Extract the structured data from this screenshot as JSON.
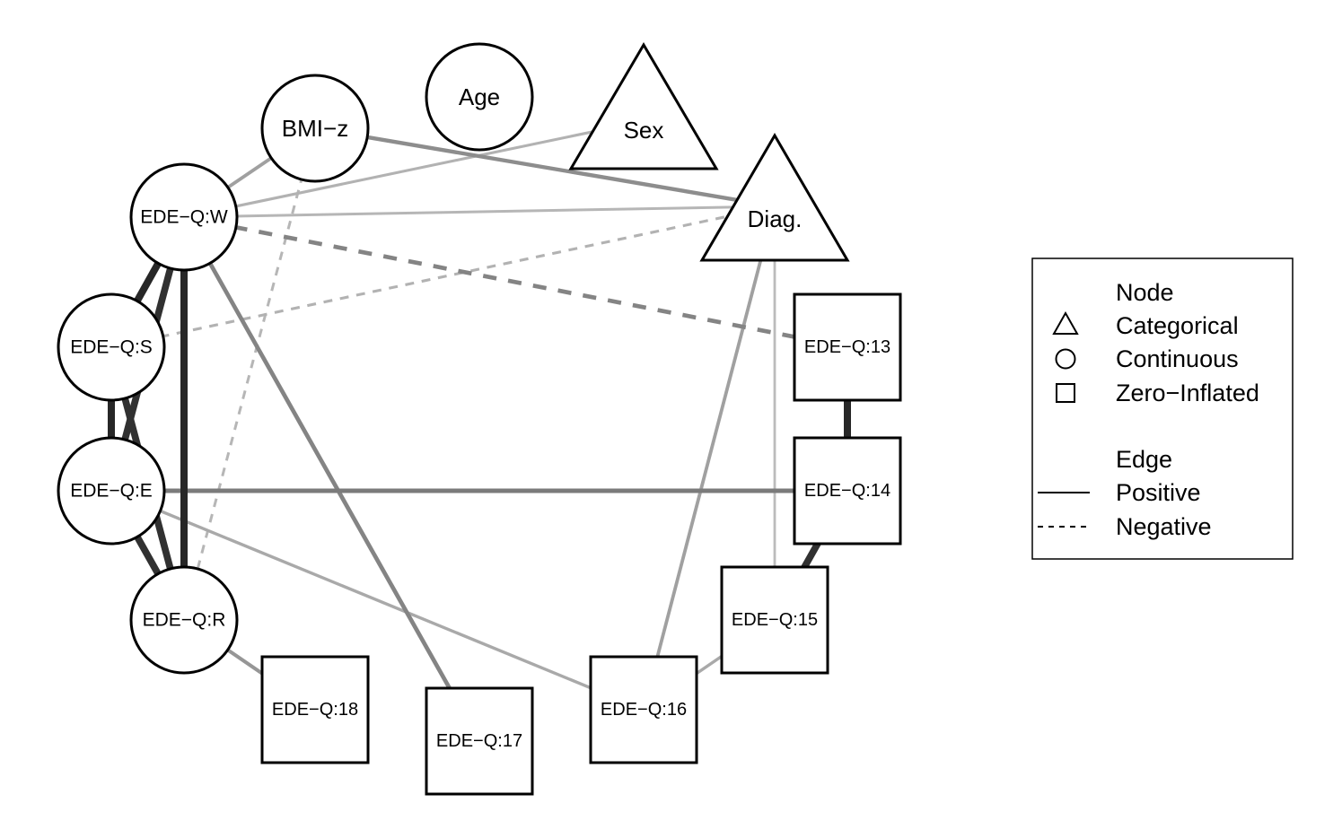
{
  "nodes": [
    {
      "id": "bmiz",
      "label": "BMI−z",
      "shape": "circle"
    },
    {
      "id": "age",
      "label": "Age",
      "shape": "circle"
    },
    {
      "id": "sex",
      "label": "Sex",
      "shape": "triangle"
    },
    {
      "id": "diag",
      "label": "Diag.",
      "shape": "triangle"
    },
    {
      "id": "edeq_w",
      "label": "EDE−Q:W",
      "shape": "circle"
    },
    {
      "id": "edeq_s",
      "label": "EDE−Q:S",
      "shape": "circle"
    },
    {
      "id": "edeq_e",
      "label": "EDE−Q:E",
      "shape": "circle"
    },
    {
      "id": "edeq_r",
      "label": "EDE−Q:R",
      "shape": "circle"
    },
    {
      "id": "edeq_13",
      "label": "EDE−Q:13",
      "shape": "square"
    },
    {
      "id": "edeq_14",
      "label": "EDE−Q:14",
      "shape": "square"
    },
    {
      "id": "edeq_15",
      "label": "EDE−Q:15",
      "shape": "square"
    },
    {
      "id": "edeq_16",
      "label": "EDE−Q:16",
      "shape": "square"
    },
    {
      "id": "edeq_17",
      "label": "EDE−Q:17",
      "shape": "square"
    },
    {
      "id": "edeq_18",
      "label": "EDE−Q:18",
      "shape": "square"
    }
  ],
  "edges": [
    {
      "from": "edeq_w",
      "to": "edeq_s",
      "sign": "positive",
      "strength": 0.95
    },
    {
      "from": "edeq_w",
      "to": "edeq_e",
      "sign": "positive",
      "strength": 0.9
    },
    {
      "from": "edeq_w",
      "to": "edeq_r",
      "sign": "positive",
      "strength": 0.95
    },
    {
      "from": "edeq_s",
      "to": "edeq_e",
      "sign": "positive",
      "strength": 0.95
    },
    {
      "from": "edeq_s",
      "to": "edeq_r",
      "sign": "positive",
      "strength": 0.9
    },
    {
      "from": "edeq_e",
      "to": "edeq_r",
      "sign": "positive",
      "strength": 0.9
    },
    {
      "from": "edeq_13",
      "to": "edeq_14",
      "sign": "positive",
      "strength": 0.95
    },
    {
      "from": "edeq_14",
      "to": "edeq_15",
      "sign": "positive",
      "strength": 0.9
    },
    {
      "from": "edeq_e",
      "to": "edeq_14",
      "sign": "positive",
      "strength": 0.5
    },
    {
      "from": "edeq_w",
      "to": "edeq_17",
      "sign": "positive",
      "strength": 0.45
    },
    {
      "from": "bmiz",
      "to": "diag",
      "sign": "positive",
      "strength": 0.4
    },
    {
      "from": "edeq_w",
      "to": "edeq_13",
      "sign": "negative",
      "strength": 0.45
    },
    {
      "from": "edeq_r",
      "to": "edeq_18",
      "sign": "positive",
      "strength": 0.35
    },
    {
      "from": "edeq_w",
      "to": "bmiz",
      "sign": "positive",
      "strength": 0.3
    },
    {
      "from": "diag",
      "to": "edeq_16",
      "sign": "positive",
      "strength": 0.3
    },
    {
      "from": "edeq_e",
      "to": "edeq_16",
      "sign": "positive",
      "strength": 0.25
    },
    {
      "from": "edeq_16",
      "to": "edeq_15",
      "sign": "positive",
      "strength": 0.25
    },
    {
      "from": "edeq_w",
      "to": "sex",
      "sign": "positive",
      "strength": 0.2
    },
    {
      "from": "edeq_w",
      "to": "diag",
      "sign": "positive",
      "strength": 0.18
    },
    {
      "from": "edeq_s",
      "to": "diag",
      "sign": "negative",
      "strength": 0.2
    },
    {
      "from": "bmiz",
      "to": "edeq_r",
      "sign": "negative",
      "strength": 0.18
    },
    {
      "from": "diag",
      "to": "edeq_15",
      "sign": "positive",
      "strength": 0.15
    }
  ],
  "legend": {
    "node_title": "Node",
    "node_items": [
      {
        "shape": "triangle",
        "label": "Categorical"
      },
      {
        "shape": "circle",
        "label": "Continuous"
      },
      {
        "shape": "square",
        "label": "Zero−Inflated"
      }
    ],
    "edge_title": "Edge",
    "edge_items": [
      {
        "style": "solid",
        "label": "Positive"
      },
      {
        "style": "dashed",
        "label": "Negative"
      }
    ]
  }
}
